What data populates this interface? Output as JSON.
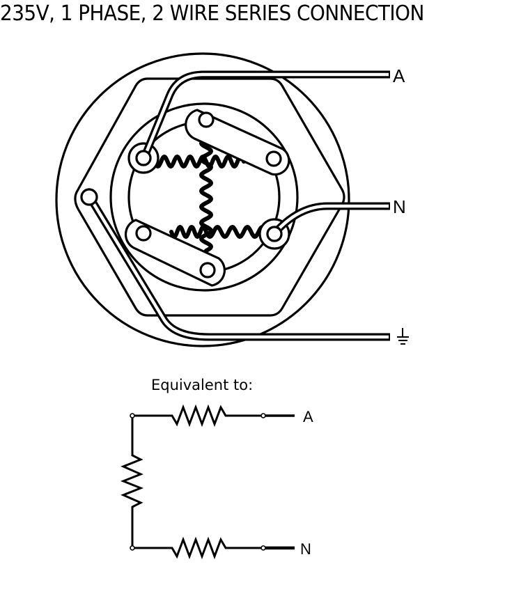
{
  "title": "235V, 1 PHASE, 2 WIRE SERIES CONNECTION",
  "heater_diagram": {
    "description": "Immersion heater element head viewed from the top",
    "terminals": [
      {
        "id": "T1",
        "position": "upper-left"
      },
      {
        "id": "T2",
        "position": "top"
      },
      {
        "id": "T3",
        "position": "upper-right"
      },
      {
        "id": "T4",
        "position": "lower-left"
      },
      {
        "id": "T5",
        "position": "bottom"
      },
      {
        "id": "T6",
        "position": "lower-right"
      },
      {
        "id": "EARTH",
        "position": "left"
      }
    ],
    "links": [
      {
        "from": "T2",
        "to": "T3",
        "label": "link-bar-upper"
      },
      {
        "from": "T4",
        "to": "T5",
        "label": "link-bar-lower"
      }
    ],
    "leads": [
      {
        "label": "A",
        "connects_to": "T1"
      },
      {
        "label": "N",
        "connects_to": "T6"
      },
      {
        "label": "⏚",
        "name": "earth",
        "connects_to": "EARTH"
      }
    ]
  },
  "equivalent": {
    "heading": "Equivalent to:",
    "labels": {
      "top": "A",
      "bottom": "N"
    },
    "resistors": 3,
    "connection": "series"
  }
}
